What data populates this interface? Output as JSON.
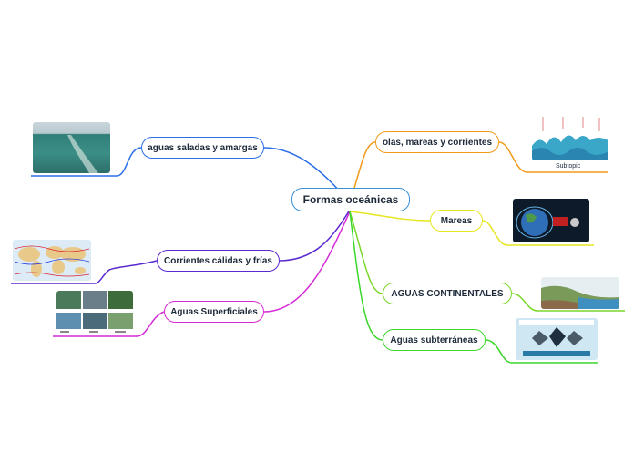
{
  "central": {
    "label": "Formas oceánicas",
    "color": "#3a8fd6"
  },
  "branches": [
    {
      "id": "aguas-saladas",
      "label": "aguas saladas y amargas",
      "color": "#2b6ee8"
    },
    {
      "id": "corrientes",
      "label": "Corrientes cálidas y frías",
      "color": "#5a2ad0"
    },
    {
      "id": "superficiales",
      "label": "Aguas Superficiales",
      "color": "#d62ad6"
    },
    {
      "id": "olas",
      "label": "olas, mareas y corrientes",
      "color": "#f29a1a"
    },
    {
      "id": "mareas",
      "label": "Mareas",
      "color": "#e6e620"
    },
    {
      "id": "continentales",
      "label": "AGUAS CONTINENTALES",
      "color": "#7ad62a"
    },
    {
      "id": "subterraneas",
      "label": "Aguas subterráneas",
      "color": "#3ad62a"
    }
  ],
  "olas_image_caption": "Subtopic"
}
